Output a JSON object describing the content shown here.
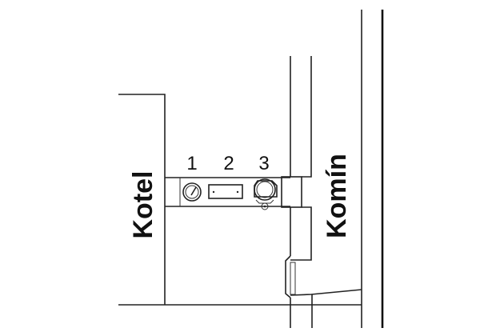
{
  "labels": {
    "boiler": "Kotel",
    "chimney": "Komín",
    "item1": "1",
    "item2": "2",
    "item3": "3"
  },
  "components": [
    {
      "number": "1",
      "icon": "thermometer-gauge-icon"
    },
    {
      "number": "2",
      "icon": "draft-regulator-rectangle-icon"
    },
    {
      "number": "3",
      "icon": "damper-flap-icon"
    }
  ]
}
